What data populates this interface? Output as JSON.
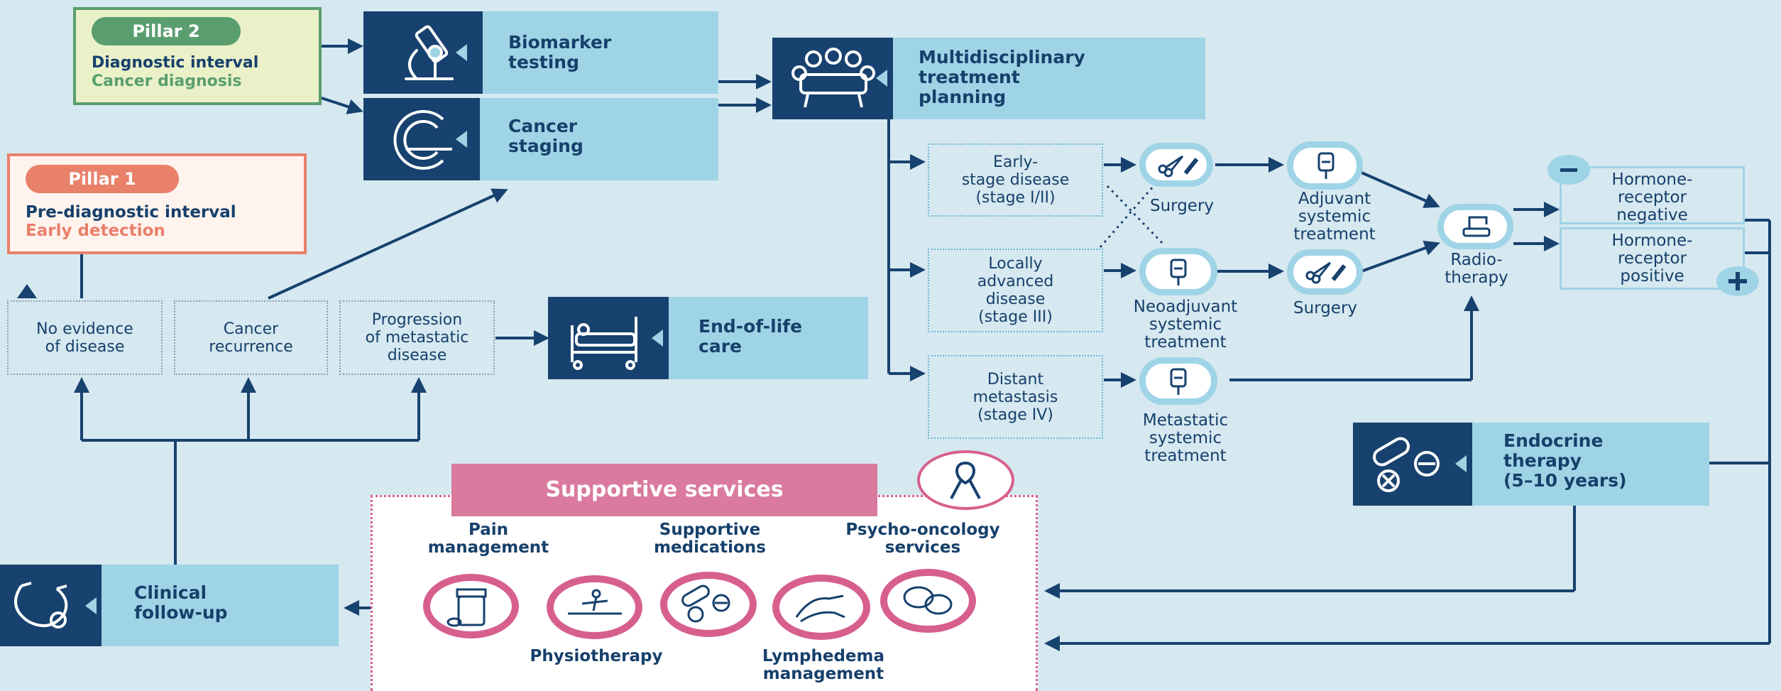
{
  "pillar2": {
    "badge": "Pillar 2",
    "line1": "Diagnostic interval",
    "line2": "Cancer diagnosis"
  },
  "pillar1": {
    "badge": "Pillar 1",
    "line1": "Pre-diagnostic interval",
    "line2": "Early detection"
  },
  "boxes": {
    "biomarker": "Biomarker\ntesting",
    "staging": "Cancer\nstaging",
    "mdt": "Multidisciplinary\ntreatment\nplanning",
    "endoflife": "End-of-life\ncare",
    "endocrine": "Endocrine\ntherapy\n(5–10 years)",
    "followup": "Clinical\nfollow-up"
  },
  "stages": {
    "early": "Early-\nstage disease\n(stage I/II)",
    "locally": "Locally\nadvanced\ndisease\n(stage III)",
    "distant": "Distant\nmetastasis\n(stage IV)"
  },
  "outcomes": {
    "ned": "No evidence\nof disease",
    "recurrence": "Cancer\nrecurrence",
    "progression": "Progression\nof metastatic\ndisease"
  },
  "treatments": {
    "surgery1": "Surgery",
    "adjuvant": "Adjuvant\nsystemic\ntreatment",
    "neoadjuvant": "Neoadjuvant\nsystemic\ntreatment",
    "surgery2": "Surgery",
    "metastatic": "Metastatic\nsystemic\ntreatment",
    "radiotherapy": "Radio-\ntherapy",
    "hr_negative": "Hormone-\nreceptor\nnegative",
    "hr_positive": "Hormone-\nreceptor\npositive"
  },
  "supportive": {
    "title": "Supportive services",
    "pain": "Pain\nmanagement",
    "meds": "Supportive\nmedications",
    "psycho": "Psycho-oncology\nservices",
    "physio": "Physiotherapy",
    "lymph": "Lymphedema\nmanagement"
  },
  "colors": {
    "dark": "#17416e",
    "light": "#9fd4e6",
    "bg": "#d6e8f0",
    "pink": "#d75f8e",
    "green": "#5a9e6f",
    "salmon": "#e9806a"
  }
}
